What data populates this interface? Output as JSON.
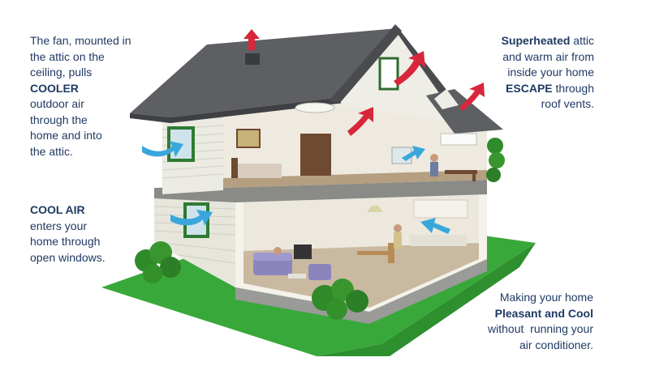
{
  "captions": {
    "fan": {
      "l1": "The fan, mounted in",
      "l2": "the attic on the",
      "l3": "ceiling, pulls",
      "l4_bold": "COOLER",
      "l5": "outdoor air",
      "l6": "through the",
      "l7": "home and into",
      "l8": "the attic."
    },
    "cool_air": {
      "l1_bold": "COOL AIR",
      "l2": "enters your",
      "l3": "home through",
      "l4": "open windows."
    },
    "superheated": {
      "l1_bold": "Superheated",
      "l1_rest": " attic",
      "l2": "and warm air from",
      "l3": "inside your home",
      "l4_bold": "ESCAPE",
      "l4_rest": " through",
      "l5": "roof vents."
    },
    "pleasant": {
      "l1": "Making your home",
      "l2_bold": "Pleasant and Cool",
      "l3": "without  running your",
      "l4": "air conditioner."
    }
  },
  "colors": {
    "text": "#1f3a63",
    "cool_arrow": "#3aa7dc",
    "hot_arrow": "#d8263a",
    "roof": "#5d5f63",
    "siding": "#eeeee6",
    "grass": "#39a83a",
    "bush": "#2f8a2a"
  }
}
